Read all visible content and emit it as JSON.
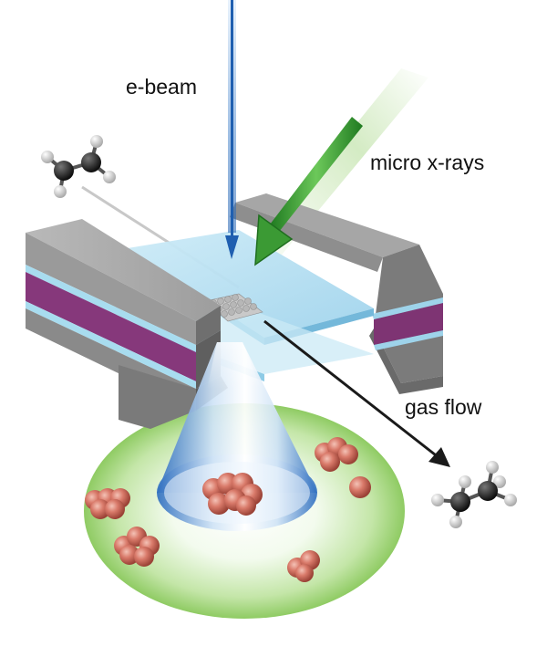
{
  "labels": {
    "ebeam": "e-beam",
    "xray": "micro x-rays",
    "gas_flow": "gas flow"
  },
  "colors": {
    "ebeam": "#1f5fb0",
    "xray": "#2f9a2c",
    "window_glass": "#bfe4f4",
    "block_gray": "#8f8f8f",
    "spacer_purple": "#8a3f7e",
    "nanoparticle": "#d8786a",
    "diffraction_halo": "#9fd17b",
    "carbon_atom": "#1a1a1a",
    "hydrogen_atom": "#f2f2f2"
  },
  "icons": {
    "molecule_in": "ethylene-molecule-icon",
    "molecule_out": "ethane-molecule-icon"
  }
}
